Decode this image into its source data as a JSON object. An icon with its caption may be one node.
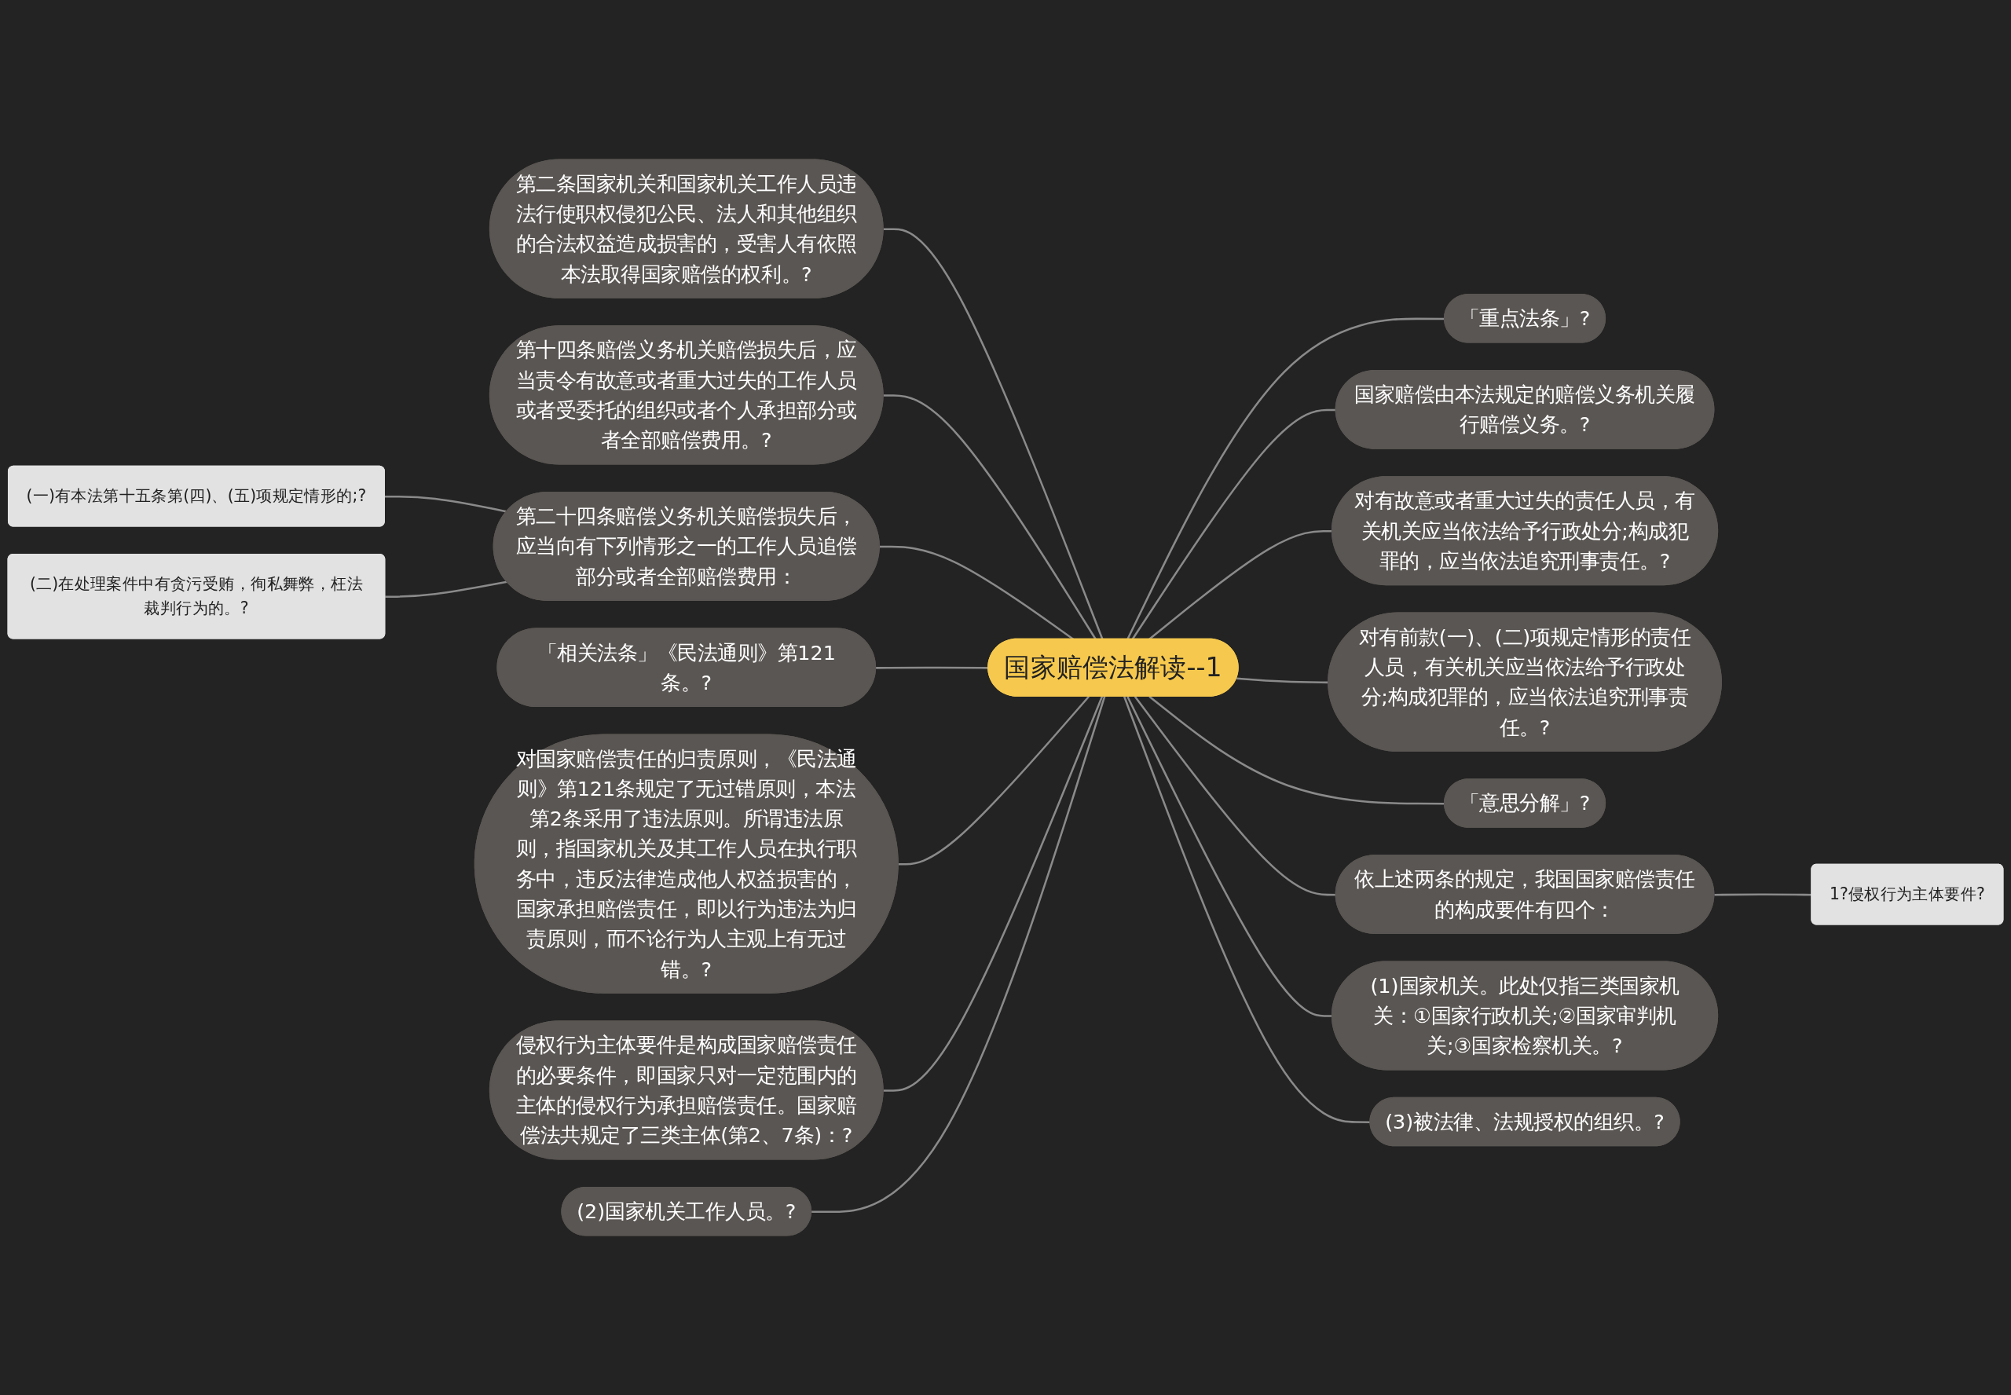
{
  "diagram": {
    "nodes": [
      {
        "text": [
          "国家赔偿法解读--1"
        ]
      },
      {
        "text": [
          "第二条国家机关和国家机关工作人员违法行使职权侵犯公民、法人和其他组织的合法权益造成损害的，受害人有依照本法取得国家赔偿的权利。?"
        ]
      },
      {
        "text": [
          "第十四条赔偿义务机关赔偿损失后，应当责令有故意或者重大过失的工作人员或者受委托的组织或者个人承担部分或者全部赔偿费用。?"
        ]
      },
      {
        "text": [
          "第二十四条赔偿义务机关赔偿损失后，应当向有下列情形之一的工作人员追偿部分或者全部赔偿费用："
        ]
      },
      {
        "text": [
          "(一)有本法第十五条第(四)、(五)项规定情形的;?"
        ]
      },
      {
        "text": [
          "(二)在处理案件中有贪污受贿，徇私舞弊，枉法裁判行为的。?"
        ]
      },
      {
        "text": [
          "「相关法条」《民法通则》第121条。?"
        ]
      },
      {
        "text": [
          "对国家赔偿责任的归责原则，《民法通则》第121条规定了无过错原则，本法第2条采用了违法原则。所谓违法原则，指国家机关及其工作人员在执行职务中，违反法律造成他人权益损害的，国家承担赔偿责任，即以行为违法为归责原则，而不论行为人主观上有无过错。?"
        ]
      },
      {
        "text": [
          "侵权行为主体要件是构成国家赔偿责任的必要条件，即国家只对一定范围内的主体的侵权行为承担赔偿责任。国家赔偿法共规定了三类主体(第2、7条)：?"
        ]
      },
      {
        "text": [
          "(2)国家机关工作人员。?"
        ]
      },
      {
        "text": [
          "「重点法条」?"
        ]
      },
      {
        "text": [
          "国家赔偿由本法规定的赔偿义务机关履行赔偿义务。?"
        ]
      },
      {
        "text": [
          "对有故意或者重大过失的责任人员，有关机关应当依法给予行政处分;构成犯罪的，应当依法追究刑事责任。?"
        ]
      },
      {
        "text": [
          "对有前款(一)、(二)项规定情形的责任人员，有关机关应当依法给予行政处分;构成犯罪的，应当依法追究刑事责任。?"
        ]
      },
      {
        "text": [
          "「意思分解」?"
        ]
      },
      {
        "text": [
          "依上述两条的规定，我国国家赔偿责任的构成要件有四个："
        ]
      },
      {
        "text": [
          "1?侵权行为主体要件?"
        ]
      },
      {
        "text": [
          "(1)国家机关。此处仅指三类国家机关：①国家行政机关;②国家审判机关;③国家检察机关。?"
        ]
      },
      {
        "text": [
          "(3)被法律、法规授权的组织。?"
        ]
      }
    ],
    "edges": [
      {
        "from": 0,
        "to": 1,
        "arrow": "none"
      },
      {
        "from": 0,
        "to": 2,
        "arrow": "none"
      },
      {
        "from": 0,
        "to": 3,
        "arrow": "none"
      },
      {
        "from": 3,
        "to": 4,
        "arrow": "none"
      },
      {
        "from": 3,
        "to": 5,
        "arrow": "none"
      },
      {
        "from": 0,
        "to": 6,
        "arrow": "none"
      },
      {
        "from": 0,
        "to": 7,
        "arrow": "none"
      },
      {
        "from": 0,
        "to": 8,
        "arrow": "none"
      },
      {
        "from": 0,
        "to": 9,
        "arrow": "none"
      },
      {
        "from": 0,
        "to": 10,
        "arrow": "none"
      },
      {
        "from": 0,
        "to": 11,
        "arrow": "none"
      },
      {
        "from": 0,
        "to": 12,
        "arrow": "none"
      },
      {
        "from": 0,
        "to": 13,
        "arrow": "none"
      },
      {
        "from": 0,
        "to": 14,
        "arrow": "none"
      },
      {
        "from": 0,
        "to": 15,
        "arrow": "none"
      },
      {
        "from": 15,
        "to": 16,
        "arrow": "none"
      },
      {
        "from": 0,
        "to": 17,
        "arrow": "none"
      },
      {
        "from": 0,
        "to": 18,
        "arrow": "none"
      }
    ]
  }
}
